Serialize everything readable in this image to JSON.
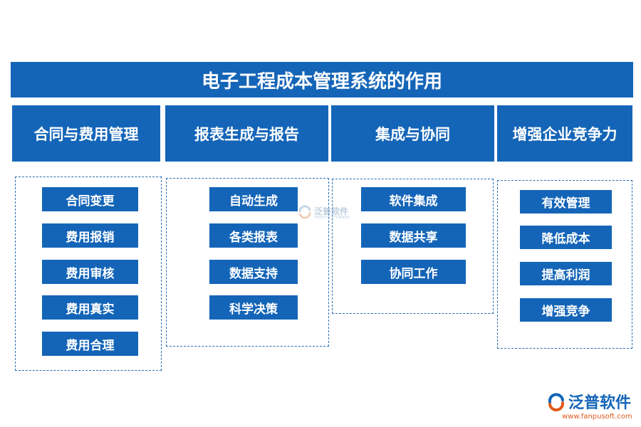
{
  "title": "电子工程成本管理系统的作用",
  "columns": [
    {
      "header": "合同与费用管理",
      "items": [
        "合同变更",
        "费用报销",
        "费用审核",
        "费用真实",
        "费用合理"
      ]
    },
    {
      "header": "报表生成与报告",
      "items": [
        "自动生成",
        "各类报表",
        "数据支持",
        "科学决策"
      ]
    },
    {
      "header": "集成与协同",
      "items": [
        "软件集成",
        "数据共享",
        "协同工作"
      ]
    },
    {
      "header": "增强企业竞争力",
      "items": [
        "有效管理",
        "降低成本",
        "提高利润",
        "增强竞争"
      ]
    }
  ],
  "watermark": {
    "name": "泛普软件",
    "sub": "FANPUSOFTWARE"
  },
  "brand": {
    "name": "泛普软件",
    "url": "www.fanpusoft.com"
  },
  "colors": {
    "primary": "#1465b8",
    "border": "#2a6db0",
    "url": "#e05a1c"
  }
}
